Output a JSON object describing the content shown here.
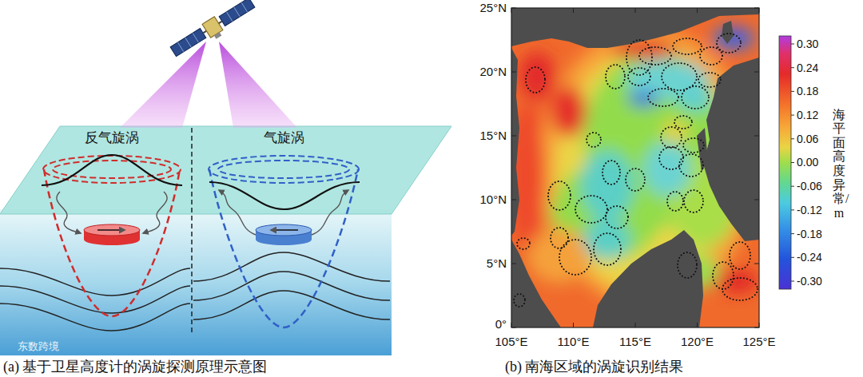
{
  "diagram": {
    "labels": [
      "反气旋涡",
      "气旋涡",
      "25°N",
      "20°N",
      "15°N",
      "10°N",
      "5°N",
      "0°",
      "105°E",
      "110°E",
      "115°E",
      "120°E",
      "125°E",
      "0.30",
      "0.24",
      "0.18",
      "0.12",
      "0.06",
      "0.00",
      "-0.06",
      "-0.12",
      "-0.18",
      "-0.24",
      "-0.30",
      "海平面高度异常/m",
      "(a) 基于卫星高度计的涡旋探测原理示意图",
      "(b) 南海区域的涡旋识别结果",
      "东数跨境"
    ]
  }
}
